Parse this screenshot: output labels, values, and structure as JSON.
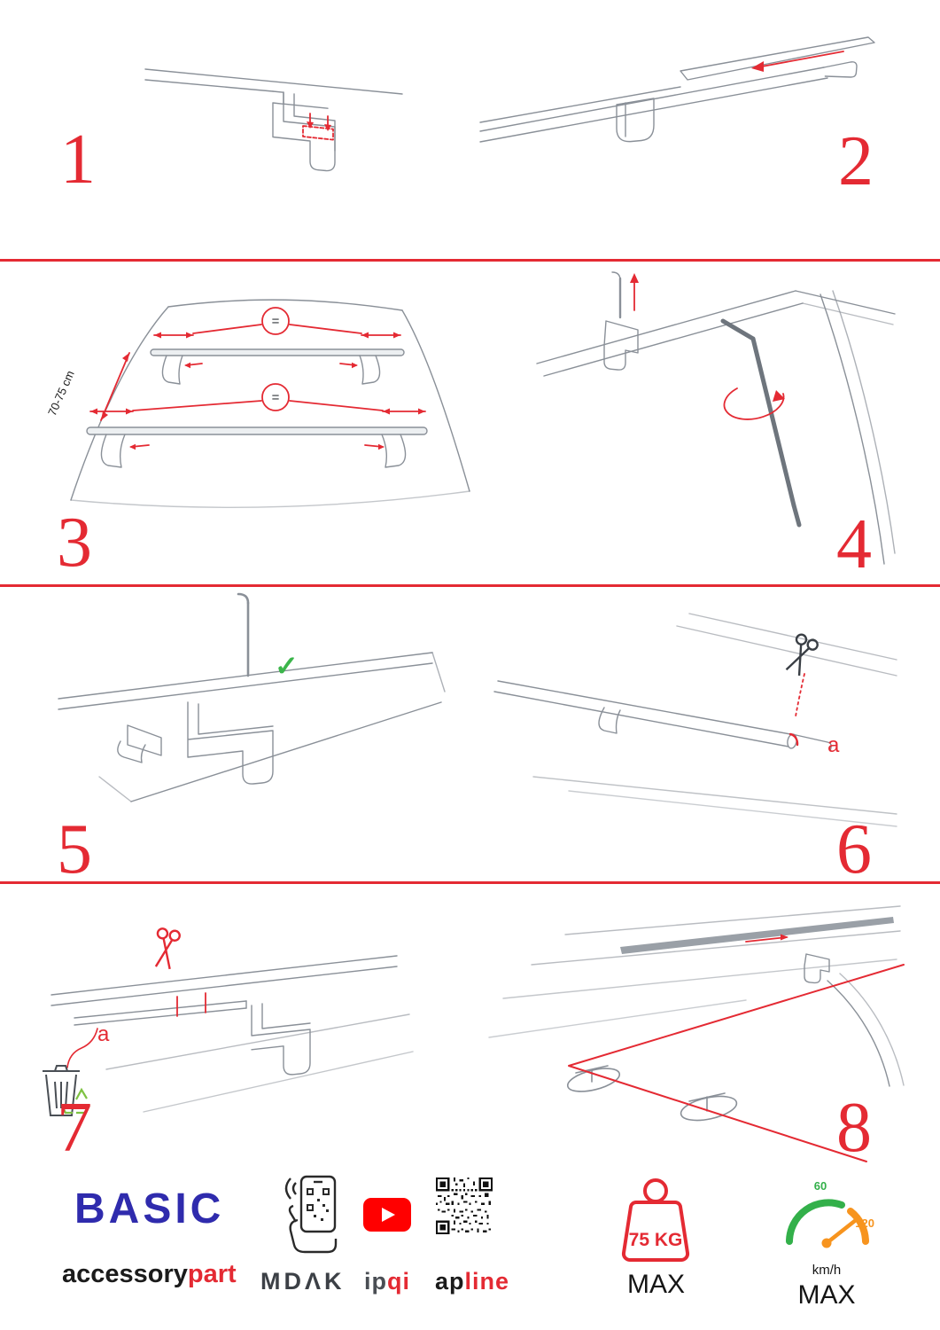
{
  "steps": [
    {
      "number": "1"
    },
    {
      "number": "2"
    },
    {
      "number": "3",
      "dimension": "70-75 cm",
      "equal": "="
    },
    {
      "number": "4"
    },
    {
      "number": "5"
    },
    {
      "number": "6",
      "cut_label": "a"
    },
    {
      "number": "7",
      "cut_label": "a"
    },
    {
      "number": "8"
    }
  ],
  "icons": {
    "check": "✓"
  },
  "footer": {
    "brand": "BASIC",
    "brand_word_dark": "accessory",
    "brand_word_red": "part",
    "partner_mdak": "MDΛK",
    "partner_ipqi_dark": "ip",
    "partner_ipqi_red": "qi",
    "partner_apline_dark": "ap",
    "partner_apline_red": "line",
    "weight_limit": "75 KG",
    "weight_max_label": "MAX",
    "speed_tick_low": "60",
    "speed_tick_high": "120",
    "speed_unit": "km/h",
    "speed_max_label": "MAX"
  },
  "colors": {
    "accent_red": "#e42a33",
    "brand_blue": "#2f2bad",
    "check_green": "#3bb54a",
    "recycle_green": "#7ec242",
    "youtube_red": "#ff0000",
    "speed_green": "#33b04a",
    "speed_orange": "#f7941e",
    "line_art_gray": "#8a9098"
  }
}
